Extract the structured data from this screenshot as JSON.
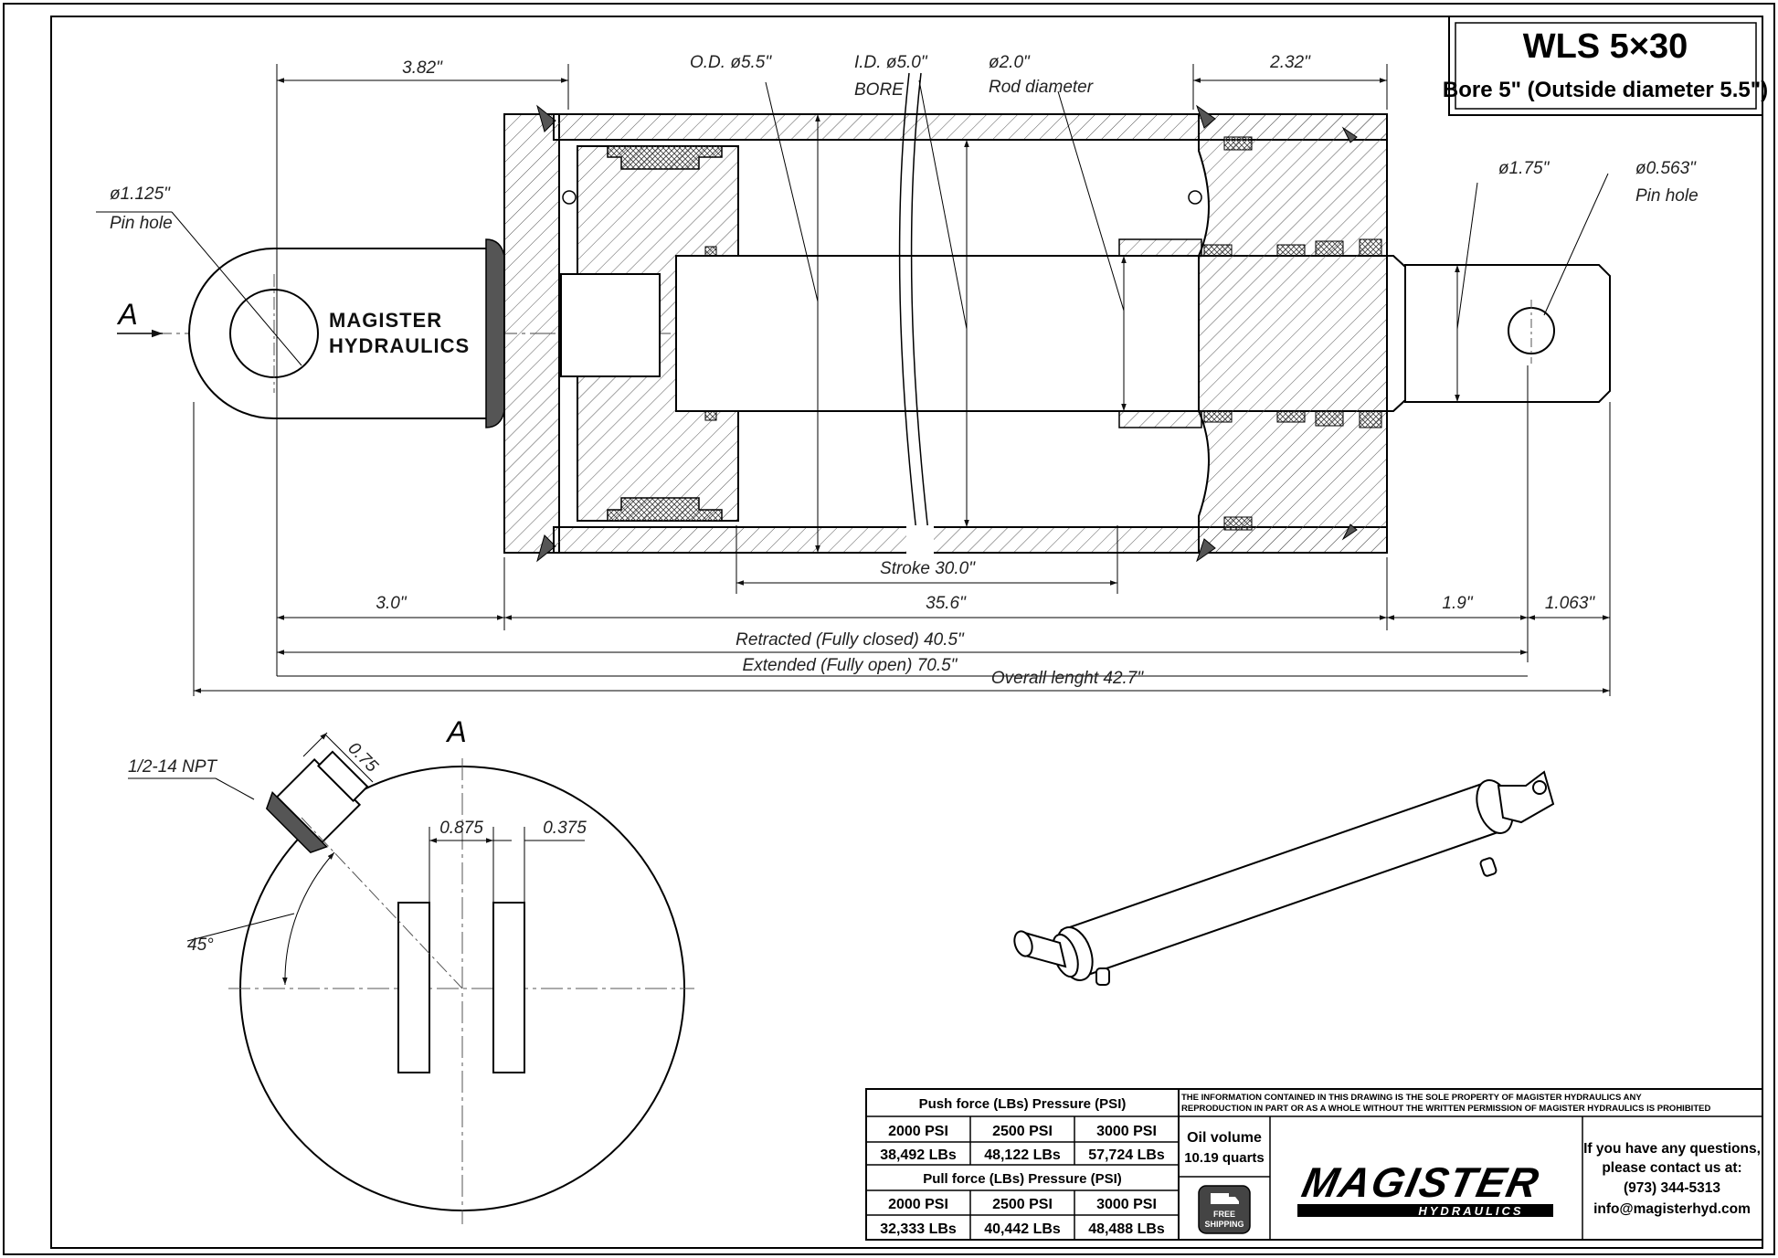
{
  "title": {
    "model": "WLS 5×30",
    "subtitle": "Bore 5\" (Outside diameter 5.5\")"
  },
  "brand_on_drawing": [
    "MAGISTER",
    "HYDRAULICS"
  ],
  "view_labels": {
    "section_a_left": "A",
    "section_a_view": "A"
  },
  "dimensions": {
    "top_left": "3.82\"",
    "outside_diameter": "O.D. ø5.5\"",
    "inside_diameter": "I.D. ø5.0\"",
    "bore": "BORE",
    "rod_diameter_value": "ø2.0\"",
    "rod_diameter_label": "Rod diameter",
    "top_right": "2.32\"",
    "pin_hole_left_value": "ø1.125\"",
    "pin_hole_left_label": "Pin hole",
    "rod_end_diameter": "ø1.75\"",
    "pin_hole_right_value": "ø0.563\"",
    "pin_hole_right_label": "Pin hole",
    "stroke": "Stroke 30.0\"",
    "base_left": "3.0\"",
    "body_length": "35.6\"",
    "rod_end": "1.9\"",
    "rod_tip": "1.063\"",
    "retracted": "Retracted (Fully closed) 40.5\"",
    "extended": "Extended (Fully open) 70.5\"",
    "overall": "Overall lenght 42.7\"",
    "port": "1/2-14 NPT",
    "port_height": "0.75",
    "lug_gap": "0.875",
    "lug_thickness": "0.375",
    "port_angle": "45°"
  },
  "force_table": {
    "push_header": "Push force (LBs)  Pressure (PSI)",
    "pull_header": "Pull force (LBs)  Pressure (PSI)",
    "pressures": [
      "2000 PSI",
      "2500 PSI",
      "3000 PSI"
    ],
    "push_values": [
      "38,492 LBs",
      "48,122 LBs",
      "57,724 LBs"
    ],
    "pull_values": [
      "32,333 LBs",
      "40,442 LBs",
      "48,488 LBs"
    ]
  },
  "notice": {
    "line1": "THE INFORMATION CONTAINED IN THIS DRAWING IS THE SOLE PROPERTY OF MAGISTER HYDRAULICS ANY",
    "line2": "REPRODUCTION IN PART OR AS A WHOLE WITHOUT THE WRITTEN PERMISSION OF MAGISTER HYDRAULICS IS PROHIBITED"
  },
  "oil": {
    "label": "Oil volume",
    "value": "10.19 quarts"
  },
  "badge": {
    "line1": "FREE",
    "line2": "SHIPPING"
  },
  "logo": {
    "word": "MAGISTER",
    "sub": "HYDRAULICS"
  },
  "contact": {
    "line1": "If you have any questions,",
    "line2": "please contact us at:",
    "phone": "(973) 344-5313",
    "email": "info@magisterhyd.com"
  }
}
